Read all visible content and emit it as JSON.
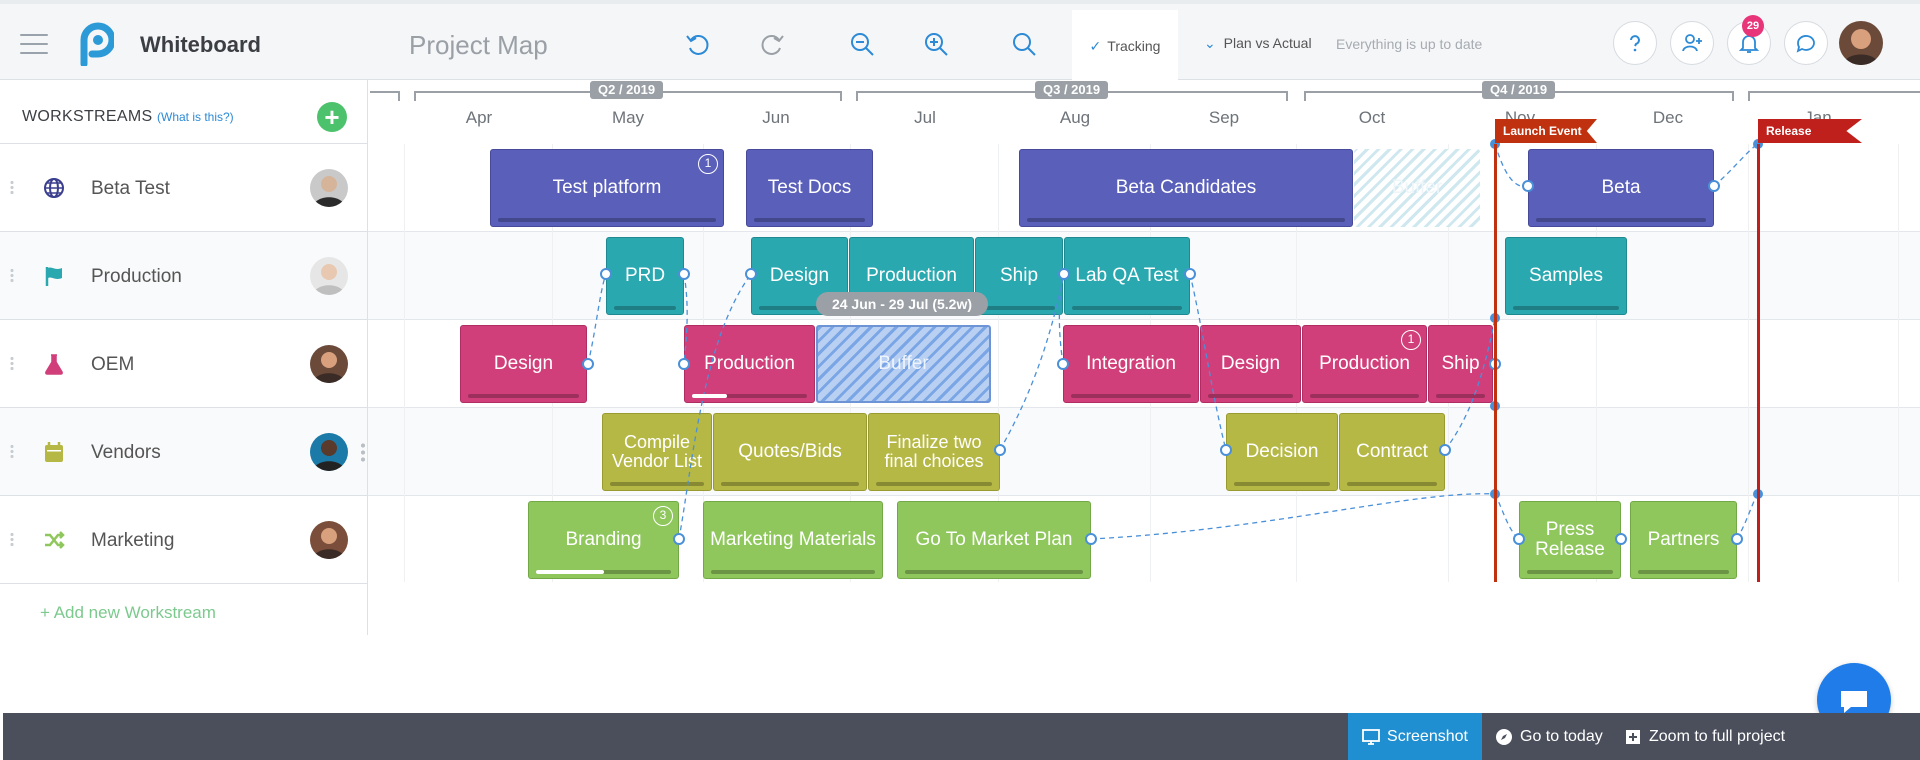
{
  "header": {
    "app_title": "Whiteboard",
    "page_title": "Project Map",
    "tracking_label": "Tracking",
    "plan_vs_actual_label": "Plan vs Actual",
    "status_text": "Everything is up to date",
    "notification_count": "29",
    "icons": [
      "undo-icon",
      "redo-icon",
      "zoom-out-icon",
      "zoom-in-icon",
      "search-icon",
      "help-icon",
      "add-user-icon",
      "bell-icon",
      "chat-icon"
    ]
  },
  "sidebar": {
    "title": "WORKSTREAMS",
    "help_link": "(What is this?)",
    "add_label": "+ Add new Workstream",
    "workstreams": [
      {
        "name": "Beta Test",
        "icon": "globe-icon",
        "color": "#3c3f8f"
      },
      {
        "name": "Production",
        "icon": "flag-icon",
        "color": "#2aa8b0"
      },
      {
        "name": "OEM",
        "icon": "flask-icon",
        "color": "#d13f7a"
      },
      {
        "name": "Vendors",
        "icon": "calendar-icon",
        "color": "#b6b845"
      },
      {
        "name": "Marketing",
        "icon": "shuffle-icon",
        "color": "#8fc75d"
      }
    ]
  },
  "timeline": {
    "quarters": [
      "Q2 / 2019",
      "Q3 / 2019",
      "Q4 / 2019"
    ],
    "months": [
      "Apr",
      "May",
      "Jun",
      "Jul",
      "Aug",
      "Sep",
      "Oct",
      "Nov",
      "Dec",
      "Jan"
    ],
    "tooltip": "24 Jun - 29 Jul (5.2w)",
    "milestones": [
      {
        "label": "Launch Event",
        "color": "#c0320f"
      },
      {
        "label": "Release",
        "color": "#c0201c"
      }
    ],
    "tasks": {
      "beta": [
        {
          "label": "Test platform",
          "badge": "1"
        },
        {
          "label": "Test Docs"
        },
        {
          "label": "Beta Candidates"
        },
        {
          "label": "Buffer"
        },
        {
          "label": "Beta"
        }
      ],
      "production": [
        {
          "label": "PRD"
        },
        {
          "label": "Design"
        },
        {
          "label": "Production"
        },
        {
          "label": "Ship"
        },
        {
          "label": "Lab QA Test"
        },
        {
          "label": "Samples"
        }
      ],
      "oem": [
        {
          "label": "Design"
        },
        {
          "label": "Production",
          "progress": 0.3
        },
        {
          "label": "Buffer"
        },
        {
          "label": "Integration"
        },
        {
          "label": "Design"
        },
        {
          "label": "Production",
          "badge": "1"
        },
        {
          "label": "Ship"
        }
      ],
      "vendors": [
        {
          "label": "Compile Vendor List"
        },
        {
          "label": "Quotes/Bids"
        },
        {
          "label": "Finalize two final choices"
        },
        {
          "label": "Decision"
        },
        {
          "label": "Contract"
        }
      ],
      "marketing": [
        {
          "label": "Branding",
          "badge": "3",
          "progress": 0.5
        },
        {
          "label": "Marketing Materials"
        },
        {
          "label": "Go To Market Plan"
        },
        {
          "label": "Press Release"
        },
        {
          "label": "Partners"
        }
      ]
    }
  },
  "footer": {
    "screenshot_label": "Screenshot",
    "today_label": "Go to today",
    "zoom_label": "Zoom to full project"
  }
}
